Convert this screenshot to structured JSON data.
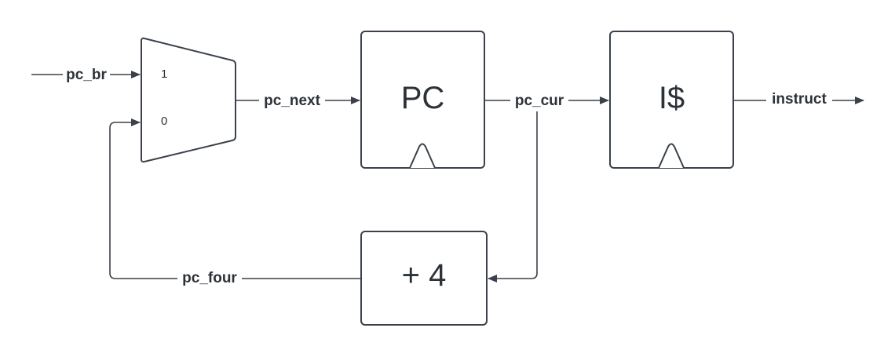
{
  "signals": {
    "pc_br": "pc_br",
    "pc_next": "pc_next",
    "pc_cur": "pc_cur",
    "instruct": "instruct",
    "pc_four": "pc_four"
  },
  "blocks": {
    "pc": "PC",
    "icache": "I$",
    "adder": "+ 4"
  },
  "mux": {
    "input_1": "1",
    "input_0": "0"
  },
  "colors": {
    "stroke": "#3a414a",
    "text": "#2d3239",
    "background": "#ffffff"
  }
}
